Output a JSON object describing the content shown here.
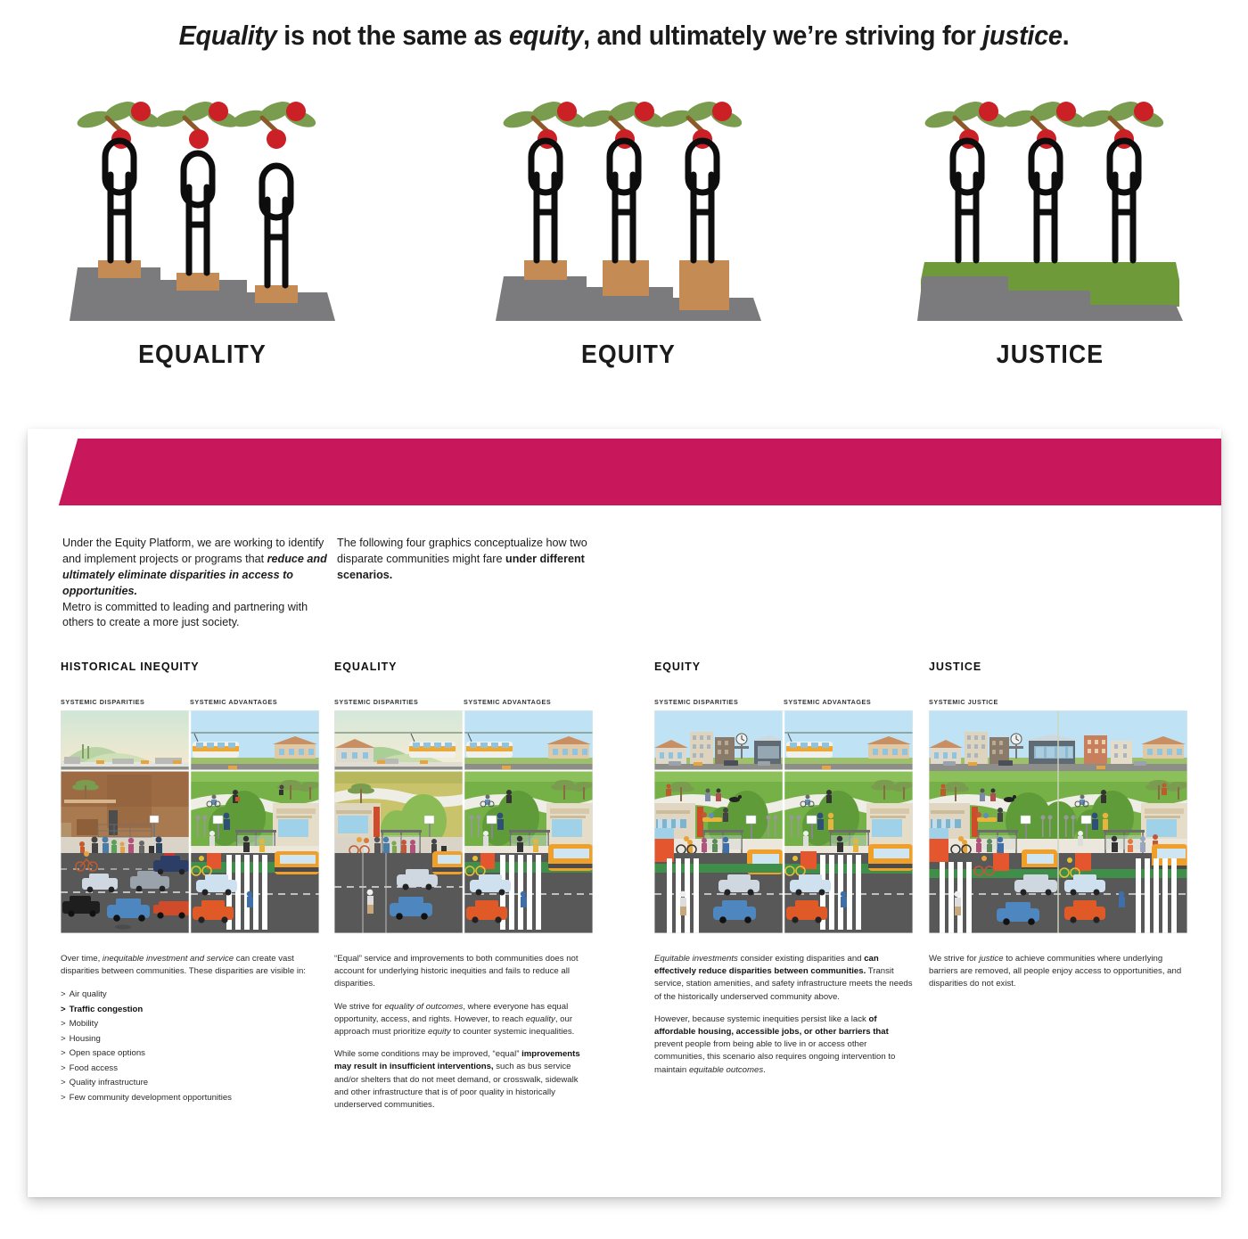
{
  "headline": {
    "part1": "Equality",
    "part2": " is not the same as ",
    "part3": "equity",
    "part4": ", and ultimately we’re striving for ",
    "part5": "justice",
    "part6": "."
  },
  "tree_panels": [
    {
      "label": "EQUALITY",
      "icon": "three-figures-equal-boxes-illustration"
    },
    {
      "label": "EQUITY",
      "icon": "three-figures-varied-boxes-illustration"
    },
    {
      "label": "JUSTICE",
      "icon": "three-figures-level-ground-illustration"
    }
  ],
  "colors": {
    "banner_magenta": "#c9175b",
    "box_tan": "#c48c54",
    "ground_gray": "#7b7b7e",
    "justice_green": "#6f9a3a",
    "leaf_green": "#7a9c4f",
    "cherry_red": "#cc2027",
    "branch_brown": "#8a5a2b"
  },
  "intro": {
    "left": {
      "line1": "Under the Equity Platform, we are working to",
      "line2": "identify and implement projects or programs",
      "line3": "that ",
      "emphasis": "reduce and ultimately eliminate disparities in access to opportunities.",
      "line4": "Metro is committed to leading and partnering with others to create a more just society."
    },
    "right": {
      "line1": "The following four graphics conceptualize",
      "line2": "how two disparate communities might fare",
      "bold": "under different scenarios."
    }
  },
  "columns": [
    {
      "title": "HISTORICAL INEQUITY",
      "sublabel_left": "SYSTEMIC DISPARITIES",
      "sublabel_right": "SYSTEMIC ADVANTAGES",
      "scene": "historical-inequity-street-scene",
      "paragraphs": [
        {
          "runs": [
            {
              "t": "Over time, ",
              "s": "n"
            },
            {
              "t": "inequitable investment and service",
              "s": "i"
            },
            {
              "t": " can create vast disparities between communities. These disparities are visible in:",
              "s": "n"
            }
          ]
        }
      ],
      "bullets": [
        {
          "label": "Air quality",
          "bold": false
        },
        {
          "label": "Traffic congestion",
          "bold": true
        },
        {
          "label": "Mobility",
          "bold": false
        },
        {
          "label": "Housing",
          "bold": false
        },
        {
          "label": "Open space options",
          "bold": false
        },
        {
          "label": "Food access",
          "bold": false
        },
        {
          "label": "Quality infrastructure",
          "bold": false
        },
        {
          "label": "Few community development opportunities",
          "bold": false
        }
      ],
      "bullet_marker": ">"
    },
    {
      "title": "EQUALITY",
      "sublabel_left": "SYSTEMIC DISPARITIES",
      "sublabel_right": "SYSTEMIC ADVANTAGES",
      "scene": "equality-street-scene",
      "paragraphs": [
        {
          "runs": [
            {
              "t": "“Equal” service and improvements to both communities does not account for underlying historic inequities and fails to reduce all disparities.",
              "s": "n"
            }
          ]
        },
        {
          "runs": [
            {
              "t": "We strive for ",
              "s": "n"
            },
            {
              "t": "equality of outcomes",
              "s": "i"
            },
            {
              "t": ", where everyone has equal opportunity, access, and rights. However, to reach ",
              "s": "n"
            },
            {
              "t": "equality",
              "s": "i"
            },
            {
              "t": ", our approach must prioritize ",
              "s": "n"
            },
            {
              "t": "equity",
              "s": "i"
            },
            {
              "t": " to counter systemic inequalities.",
              "s": "n"
            }
          ]
        },
        {
          "runs": [
            {
              "t": "While some conditions may be improved, “equal” ",
              "s": "n"
            },
            {
              "t": "improvements may result in insufficient interventions,",
              "s": "b"
            },
            {
              "t": " such as bus service and/or shelters that do not meet demand, or crosswalk, sidewalk and other infrastructure that is of poor quality in historically underserved communities.",
              "s": "n"
            }
          ]
        }
      ],
      "bullets": [],
      "bullet_marker": ">"
    },
    {
      "title": "EQUITY",
      "sublabel_left": "SYSTEMIC DISPARITIES",
      "sublabel_right": "SYSTEMIC ADVANTAGES",
      "scene": "equity-street-scene",
      "paragraphs": [
        {
          "runs": [
            {
              "t": "Equitable investments",
              "s": "i"
            },
            {
              "t": " consider existing disparities and ",
              "s": "n"
            },
            {
              "t": "can effectively reduce disparities between communities.",
              "s": "b"
            },
            {
              "t": " Transit service, station amenities, and safety infrastructure meets the needs of the historically underserved community above.",
              "s": "n"
            }
          ]
        },
        {
          "runs": [
            {
              "t": "However, because systemic inequities persist like a lack ",
              "s": "n"
            },
            {
              "t": "of affordable housing, accessible jobs, or other barriers that",
              "s": "b"
            },
            {
              "t": " prevent people from being able to live in or access other communities, this scenario also requires ongoing intervention to maintain ",
              "s": "n"
            },
            {
              "t": "equitable outcomes",
              "s": "i"
            },
            {
              "t": ".",
              "s": "n"
            }
          ]
        }
      ],
      "bullets": [],
      "bullet_marker": ">"
    },
    {
      "title": "JUSTICE",
      "sublabel_left": "SYSTEMIC JUSTICE",
      "sublabel_right": "",
      "scene": "justice-street-scene",
      "paragraphs": [
        {
          "runs": [
            {
              "t": "We strive for ",
              "s": "n"
            },
            {
              "t": "justice",
              "s": "i"
            },
            {
              "t": " to achieve communities where underlying barriers are removed, all people enjoy access to opportunities, and disparities do not exist.",
              "s": "n"
            }
          ]
        }
      ],
      "bullets": [],
      "bullet_marker": ">"
    }
  ]
}
